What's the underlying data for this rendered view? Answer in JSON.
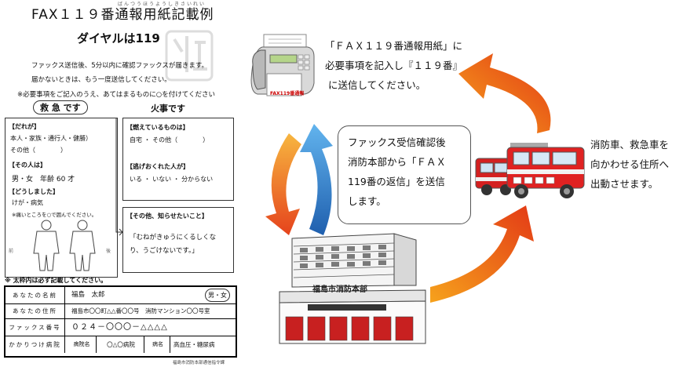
{
  "form": {
    "title": "FAX１１９番通報用紙記載例",
    "title_ruby": "ばんつうほうようしきさいれい",
    "dial": "ダイヤルは119",
    "line1": "ファックス送信後、5分以内に確認ファックスが届きます。",
    "line2": "届かないときは、もう一度送信してください。",
    "line3": "※必要事項をご記入のうえ、あてはまるものに○を付けてください",
    "kyukyu": "救 急 です",
    "kaji": "火事です",
    "sections": {
      "dareka_label": "【だれが】",
      "dareka_opts": "本人・家族・通行人・健勝）",
      "sonota1": "その他（　　　　）",
      "sono_hito_label": "【その人は】",
      "sono_hito_opts": "男・女　年齢 60 才",
      "doushita_label": "【どうしました】",
      "doushita_opts": "けが・病気",
      "itai": "※痛いところを○で囲んでください。",
      "front": "前",
      "back": "後",
      "moeteiru_label": "【燃えているものは】",
      "moeteiru_opts": "自宅 ・ その他（　　　　）",
      "nigeokure_label": "【逃げおくれた人が】",
      "nigeokure_opts": "いる ・ いない ・ 分からない",
      "sonota_label": "【その他、知らせたいこと】",
      "note": "「むねがきゅうにくるしくなり、うごけないです。」"
    },
    "required_note": "※ 太枠内は必ず記載してください。",
    "table": [
      {
        "label": "あなたの名前",
        "value": "福島　太郎",
        "extra": "男・女"
      },
      {
        "label": "あなたの住所",
        "value": "福島市〇〇町△△番〇〇号　消防マンション〇〇号室"
      },
      {
        "label": "ファックス番号",
        "value": "０２４－〇〇〇－△△△△"
      },
      {
        "label": "かかりつけ病院",
        "value": "",
        "hospital_label": "病院名",
        "hospital": "〇△〇病院",
        "disease_label": "病名",
        "disease": "高血圧・糖尿病"
      }
    ],
    "footer": "福島市消防本部通信指令課"
  },
  "diagram": {
    "fax_label": "FAX119番通報",
    "step1": [
      "「ＦＡＸ１１９番通報用紙」に",
      "必要事項を記入し『１１９番』",
      "に送信してください。"
    ],
    "step2": [
      "ファックス受信確認後",
      "消防本部から「ＦＡＸ",
      "119番の返信」を送信",
      "します。"
    ],
    "step3": [
      "消防車、救急車を",
      "向かわせる住所へ",
      "出動させます。"
    ],
    "building_label": "福島市消防本部"
  },
  "colors": {
    "arrow_red": "#e8401c",
    "arrow_orange": "#f6a21c",
    "arrow_blue": "#2f7fd0",
    "truck_red": "#d42020"
  }
}
